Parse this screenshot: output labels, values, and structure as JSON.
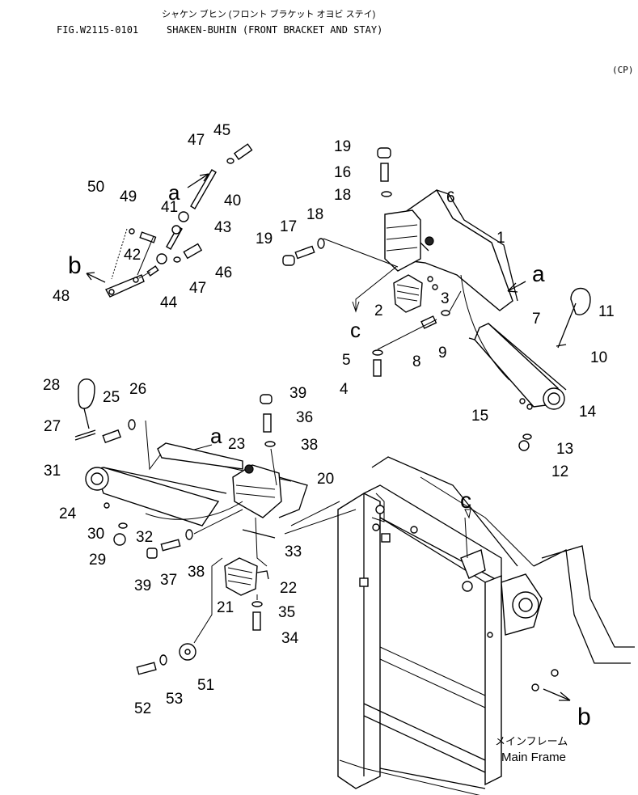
{
  "header": {
    "katakana_title": "シャケン ブヒン (フロント ブラケット オヨビ ステイ)",
    "fig_id": "FIG.W2115-0101",
    "title": "SHAKEN-BUHIN (FRONT BRACKET AND STAY)",
    "code": "(CP)"
  },
  "main_frame_label": {
    "jp": "メインフレーム",
    "en": "Main Frame"
  },
  "ref_letters": {
    "a": "a",
    "b": "b",
    "c": "c"
  },
  "part_numbers": [
    "1",
    "2",
    "3",
    "4",
    "5",
    "6",
    "7",
    "8",
    "9",
    "10",
    "11",
    "12",
    "13",
    "14",
    "15",
    "16",
    "17",
    "18",
    "19",
    "20",
    "21",
    "22",
    "23",
    "24",
    "25",
    "26",
    "27",
    "28",
    "29",
    "30",
    "31",
    "32",
    "33",
    "34",
    "35",
    "36",
    "37",
    "38",
    "39",
    "40",
    "41",
    "42",
    "43",
    "44",
    "45",
    "46",
    "47",
    "48",
    "49",
    "50",
    "51",
    "52",
    "53"
  ]
}
